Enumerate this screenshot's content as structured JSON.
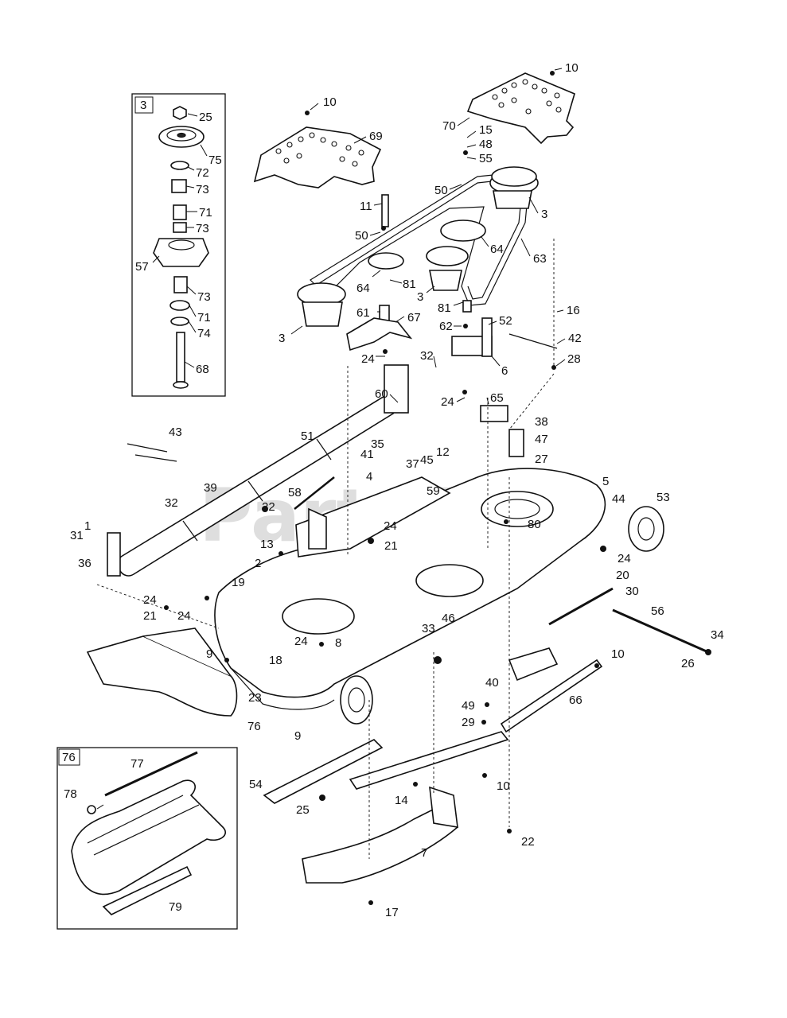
{
  "watermark": "PartsTree",
  "insets": {
    "spindle": {
      "tag": "3"
    },
    "chute": {
      "tag": "76"
    }
  },
  "part_labels": {
    "p10a": "10",
    "p10b": "10",
    "p69": "69",
    "p70": "70",
    "p15": "15",
    "p48": "48",
    "p55": "55",
    "p50a": "50",
    "p11": "11",
    "p50b": "50",
    "p3a": "3",
    "p63": "63",
    "p64a": "64",
    "p64b": "64",
    "p81a": "81",
    "p3b": "3",
    "p81b": "81",
    "p61": "61",
    "p3c": "3",
    "p67": "67",
    "p62": "62",
    "p52": "52",
    "p16": "16",
    "p42": "42",
    "p28": "28",
    "p24a": "24",
    "p32a": "32",
    "p6": "6",
    "p24b": "24",
    "p60": "60",
    "p65": "65",
    "p38": "38",
    "p47": "47",
    "p27": "27",
    "p43": "43",
    "p51": "51",
    "p35": "35",
    "p41": "41",
    "p12": "12",
    "p37": "37",
    "p45": "45",
    "p4": "4",
    "p59": "59",
    "p5": "5",
    "p39": "39",
    "p58": "58",
    "p32b": "32",
    "p22a": "22",
    "p24c": "24",
    "p80": "80",
    "p44": "44",
    "p53": "53",
    "p1": "1",
    "p31": "31",
    "p13": "13",
    "p21a": "21",
    "p24d": "24",
    "p36": "36",
    "p2": "2",
    "p20": "20",
    "p30": "30",
    "p19": "19",
    "p24e": "24",
    "p21b": "21",
    "p24f": "24",
    "p56": "56",
    "p46": "46",
    "p33": "33",
    "p34": "34",
    "p26": "26",
    "p24g": "24",
    "p8": "8",
    "p9a": "9",
    "p18": "18",
    "p10c": "10",
    "p40": "40",
    "p23": "23",
    "p66": "66",
    "p49": "49",
    "p29": "29",
    "p76": "76",
    "p9b": "9",
    "p54": "54",
    "p25a": "25",
    "p14": "14",
    "p10d": "10",
    "p22b": "22",
    "p7": "7",
    "p17": "17",
    "i25": "25",
    "i75": "75",
    "i72": "72",
    "i73a": "73",
    "i71a": "71",
    "i73b": "73",
    "i57": "57",
    "i73c": "73",
    "i71b": "71",
    "i74": "74",
    "i68": "68",
    "i77": "77",
    "i78": "78",
    "i79": "79"
  }
}
